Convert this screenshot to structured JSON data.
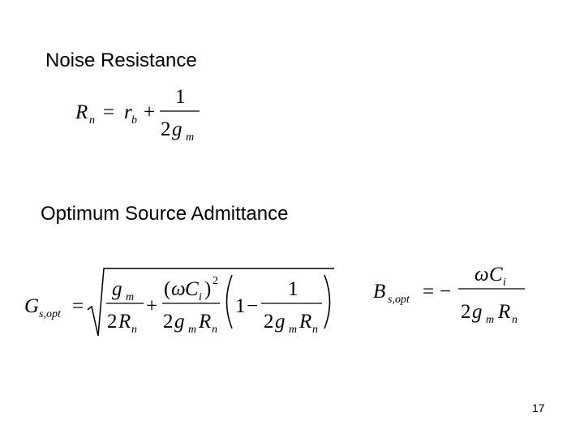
{
  "slide": {
    "heading_1": "Noise Resistance",
    "heading_2": "Optimum Source Admittance",
    "page_number": "17"
  },
  "equations": {
    "noise_resistance": {
      "lhs_symbol": "R",
      "lhs_sub": "n",
      "eq": "=",
      "r_symbol": "r",
      "r_sub": "b",
      "plus": "+",
      "num": "1",
      "den_2": "2",
      "den_g": "g",
      "den_g_sub": "m"
    },
    "conductance": {
      "lhs_symbol": "G",
      "lhs_sub": "s,opt",
      "eq": "=",
      "f1_num_g": "g",
      "f1_num_sub": "m",
      "f1_den_2": "2",
      "f1_den_R": "R",
      "f1_den_sub": "n",
      "plus": "+",
      "f2_num_open": "(",
      "f2_num_omega": "ω",
      "f2_num_C": "C",
      "f2_num_sub": "i",
      "f2_num_close": ")",
      "f2_num_exp": "2",
      "f2_den_2": "2",
      "f2_den_g": "g",
      "f2_den_gsub": "m",
      "f2_den_R": "R",
      "f2_den_Rsub": "n",
      "paren_one": "1",
      "minus": "−",
      "f3_num": "1",
      "f3_den_2": "2",
      "f3_den_g": "g",
      "f3_den_gsub": "m",
      "f3_den_R": "R",
      "f3_den_Rsub": "n"
    },
    "susceptance": {
      "lhs_symbol": "B",
      "lhs_sub": "s,opt",
      "eq": "=",
      "minus": "−",
      "num_omega": "ω",
      "num_C": "C",
      "num_sub": "i",
      "den_2": "2",
      "den_g": "g",
      "den_gsub": "m",
      "den_R": "R",
      "den_Rsub": "n"
    }
  }
}
